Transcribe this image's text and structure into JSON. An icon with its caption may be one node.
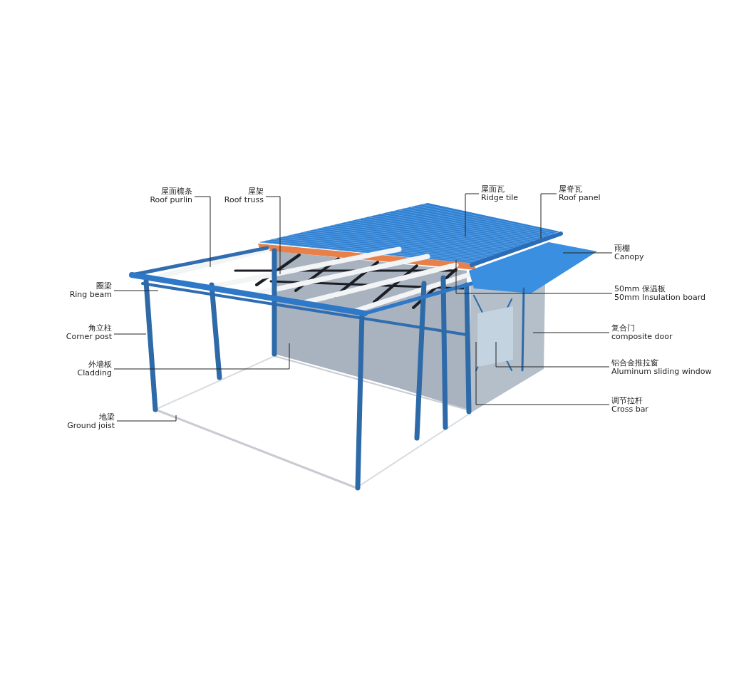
{
  "diagram": {
    "nodes": [
      {
        "text": [
          "屋面檩条",
          "Roof purlin"
        ]
      },
      {
        "text": [
          "屋架",
          "Roof truss"
        ]
      },
      {
        "text": [
          "屋面瓦",
          "Ridge tile"
        ]
      },
      {
        "text": [
          "屋脊瓦",
          "Roof panel"
        ]
      },
      {
        "text": [
          "雨棚",
          "Canopy"
        ]
      },
      {
        "text": [
          "圈梁",
          "Ring beam"
        ]
      },
      {
        "text": [
          "50mm 保温板",
          "50mm Insulation board"
        ]
      },
      {
        "text": [
          "角立柱",
          "Corner post"
        ]
      },
      {
        "text": [
          "复合门",
          "composite door"
        ]
      },
      {
        "text": [
          "外墙板",
          "Cladding"
        ]
      },
      {
        "text": [
          "铝合金推拉窗",
          "Aluminum sliding window"
        ]
      },
      {
        "text": [
          "调节拉杆",
          "Cross bar"
        ]
      },
      {
        "text": [
          "地梁",
          "Ground joist"
        ]
      }
    ],
    "edges": [
      {
        "from": 0,
        "to": null,
        "arrow": "none"
      },
      {
        "from": 1,
        "to": null,
        "arrow": "none"
      },
      {
        "from": 2,
        "to": null,
        "arrow": "none"
      },
      {
        "from": 3,
        "to": null,
        "arrow": "none"
      },
      {
        "from": 4,
        "to": null,
        "arrow": "none"
      },
      {
        "from": 5,
        "to": null,
        "arrow": "none"
      },
      {
        "from": 6,
        "to": null,
        "arrow": "none"
      },
      {
        "from": 7,
        "to": null,
        "arrow": "none"
      },
      {
        "from": 8,
        "to": null,
        "arrow": "none"
      },
      {
        "from": 9,
        "to": null,
        "arrow": "none"
      },
      {
        "from": 10,
        "to": null,
        "arrow": "none"
      },
      {
        "from": 11,
        "to": null,
        "arrow": "none"
      },
      {
        "from": 12,
        "to": null,
        "arrow": "none"
      }
    ]
  }
}
